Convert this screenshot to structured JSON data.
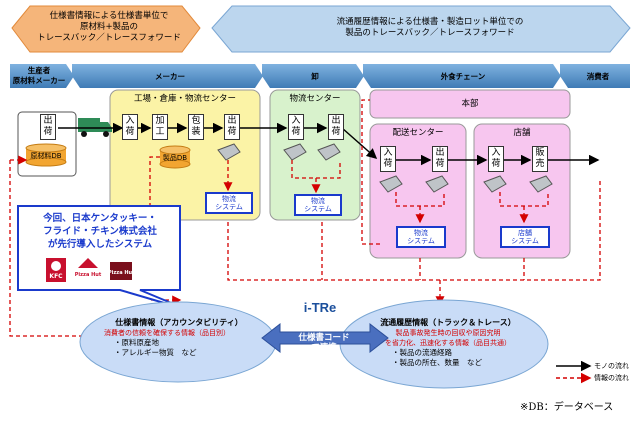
{
  "top_banner": {
    "left": [
      "仕様書情報による仕様書単位で",
      "原材料+製品の",
      "トレースバック／トレースフォワード"
    ],
    "right": [
      "流通履歴情報による仕様書・製造ロット単位での",
      "製品のトレースバック／トレースフォワード"
    ]
  },
  "stages": {
    "producer": [
      "生産者",
      "原材料メーカー"
    ],
    "maker": "メーカー",
    "wholesale": "卸",
    "restaurant": "外食チェーン",
    "consumer": "消費者"
  },
  "boxes": {
    "factory_title": "工場・倉庫・物流センター",
    "dist_center_title": "物流センター",
    "hq_title": "本部",
    "delivery_center_title": "配送センター",
    "store_title": "店舗"
  },
  "steps": {
    "ship": [
      "出",
      "荷"
    ],
    "receive": [
      "入",
      "荷"
    ],
    "process": [
      "加",
      "工"
    ],
    "pack": [
      "包",
      "装"
    ],
    "sell": [
      "販",
      "売"
    ]
  },
  "dbs": {
    "raw": "原材料DB",
    "product": "製品DB"
  },
  "systems": {
    "logistics": [
      "物流",
      "システム"
    ],
    "store": [
      "店舗",
      "システム"
    ]
  },
  "callout": {
    "lines": [
      "今回、日本ケンタッキー・",
      "フライド・チキン株式会社",
      "が先行導入したシステム"
    ],
    "logos": [
      "KFC",
      "Pizza Hut",
      "Pizza Hut"
    ]
  },
  "spec_info": {
    "title": "仕様書情報（アカウンタビリティ）",
    "subtitle": "消費者の信頼を確保する情報（品目別）",
    "items": [
      "・原料原産地",
      "・アレルギー物質　など"
    ]
  },
  "center": {
    "logo": "i-TRe",
    "link": [
      "仕様書コード",
      "で連携"
    ]
  },
  "trace_info": {
    "title": "流通履歴情報（トラック＆トレース）",
    "subtitle": [
      "製品事故発生時の回収や原因究明",
      "を省力化、迅速化する情報（品目共通）"
    ],
    "items": [
      "・製品の流通経路",
      "・製品の所在、数量　など"
    ]
  },
  "legend": {
    "goods": "モノの流れ",
    "info": "情報の流れ"
  },
  "footnote": "※DB：データベース",
  "colors": {
    "banner_left": "#f5b57a",
    "banner_right": "#bcd6ee",
    "stage_bar": "#5b95c9",
    "factory": "#fbf3a6",
    "dist": "#d8f2cc",
    "hq": "#f7c6ef",
    "cloud": "#c9dcf7",
    "truck": "#2e8b57",
    "db": "#f2a531",
    "system_border": "#1a3acc",
    "info_arrow": "#d40000"
  }
}
